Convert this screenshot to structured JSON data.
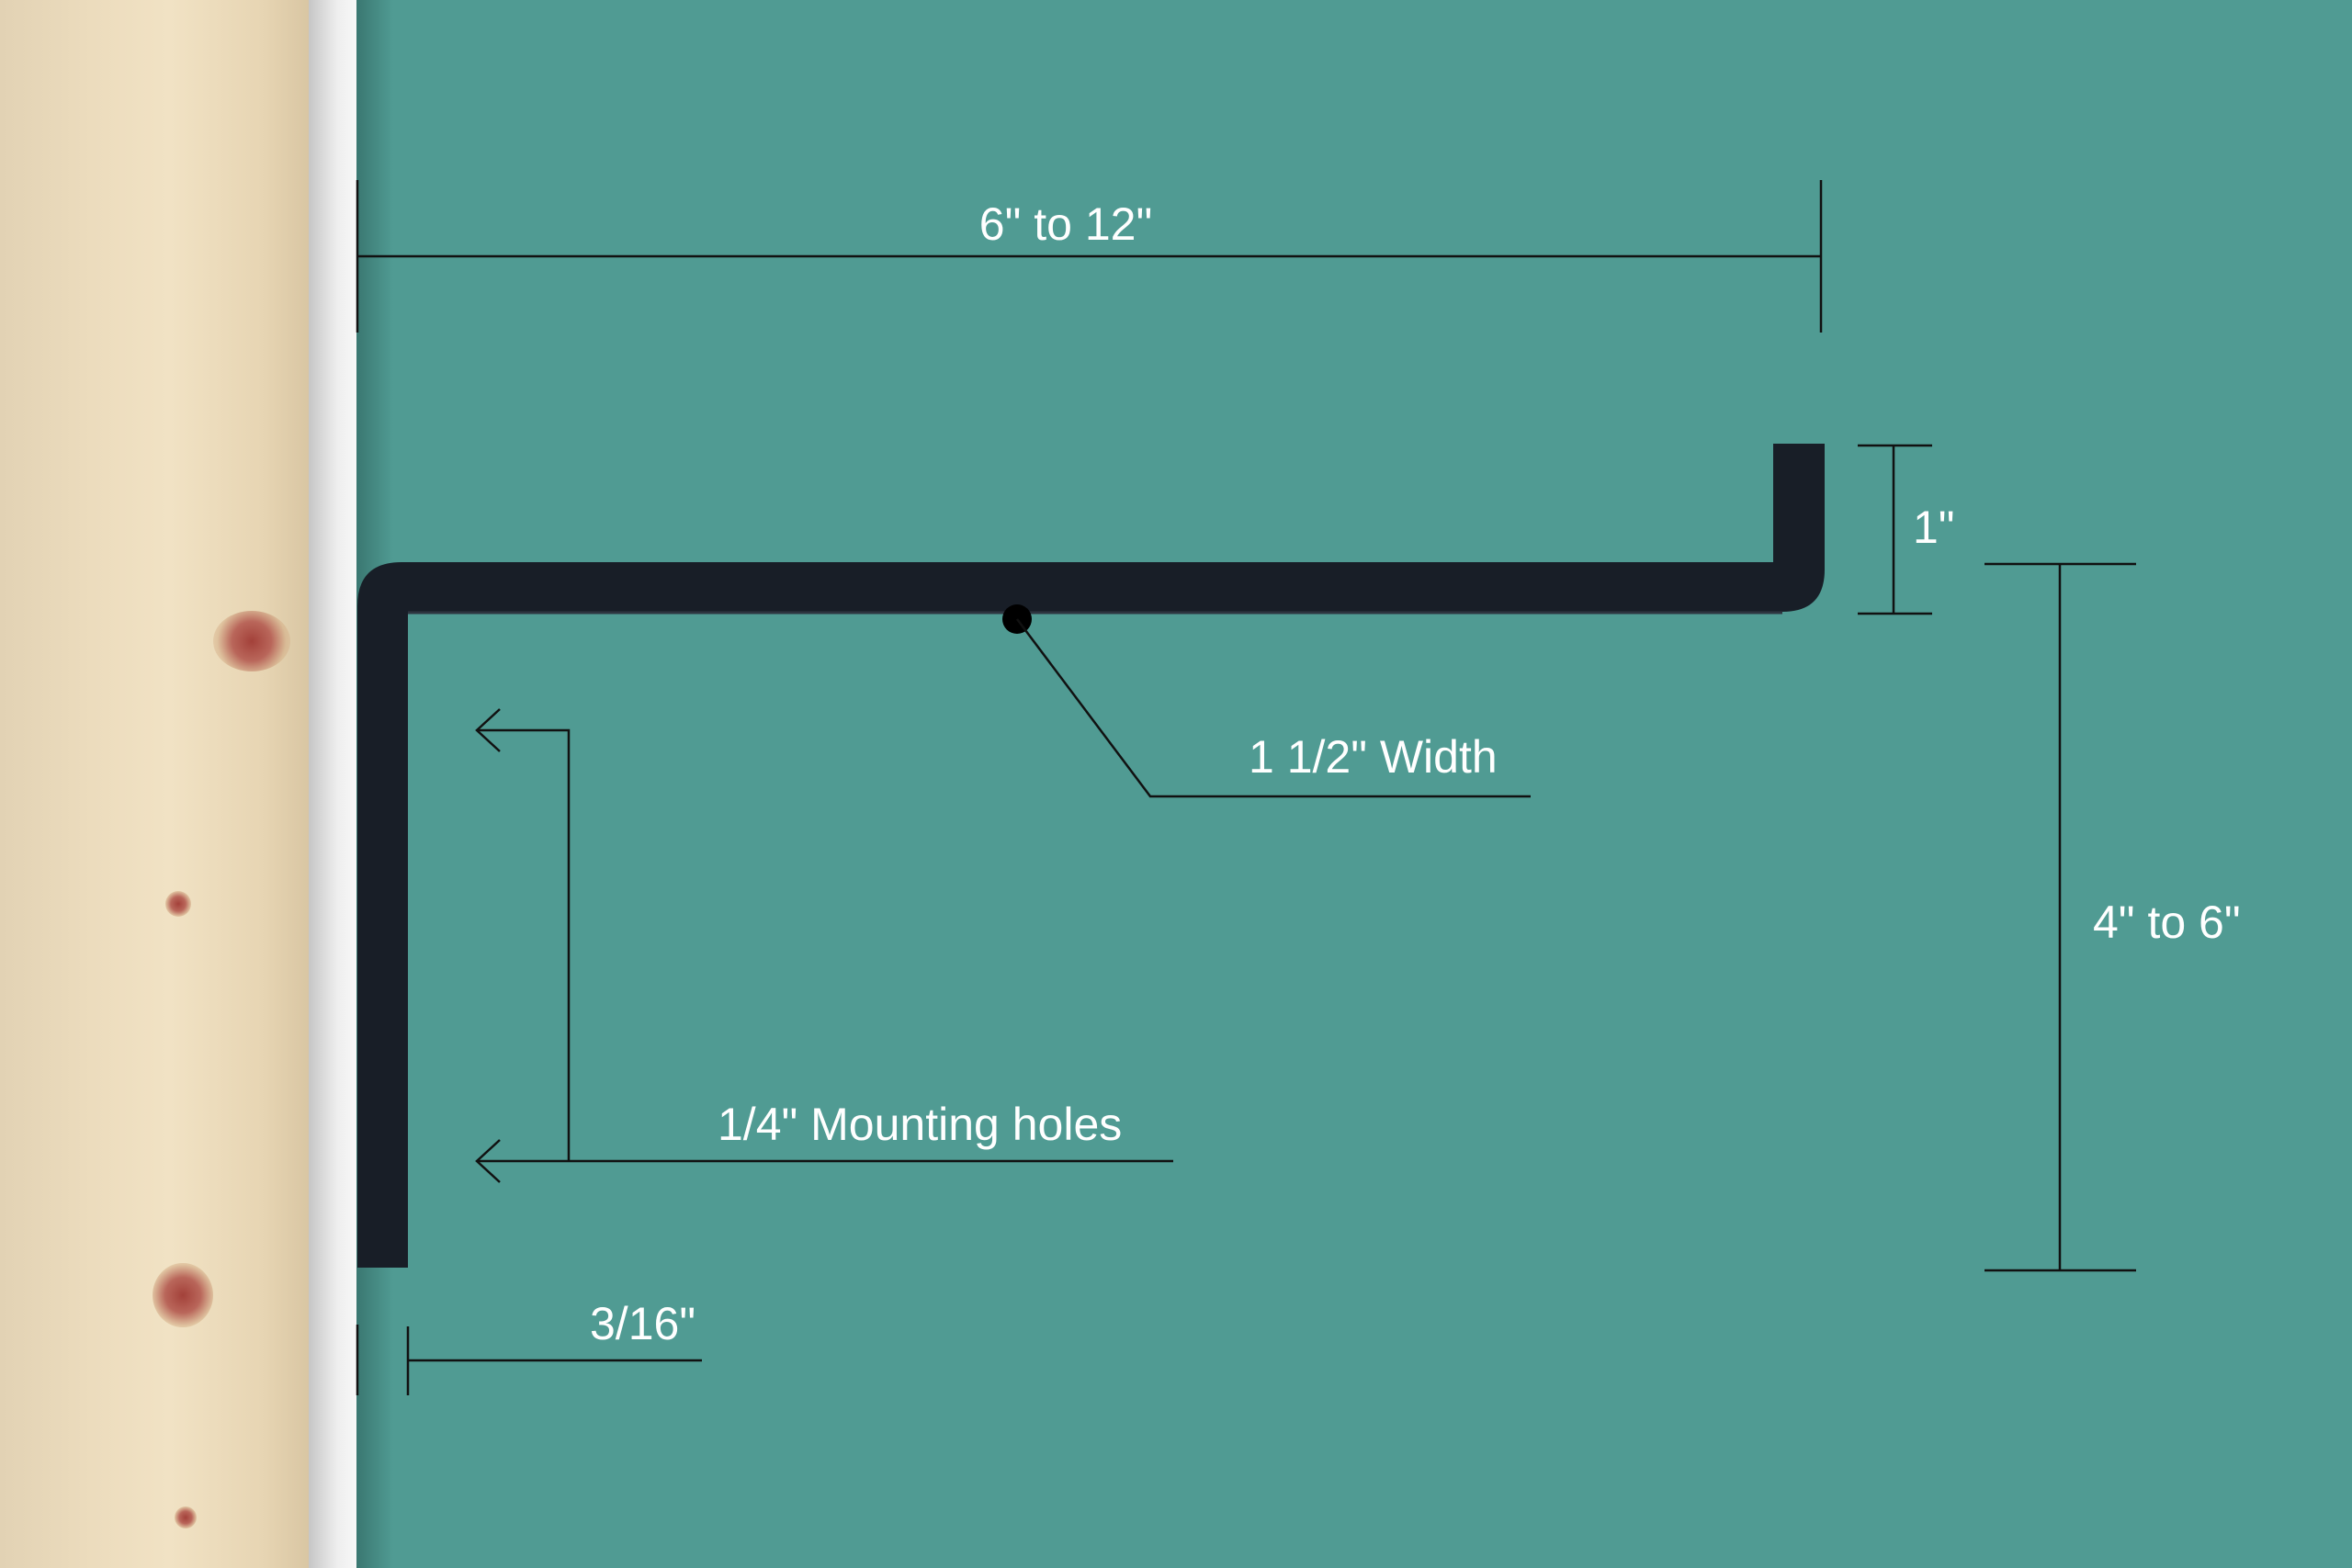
{
  "colors": {
    "background": "#509b93",
    "bracket": "#181e27",
    "text": "#ffffff",
    "line": "#111111"
  },
  "labels": {
    "length": "6\" to 12\"",
    "lip": "1\"",
    "width": "1 1/2\" Width",
    "drop": "4\" to 6\"",
    "holes": "1/4\" Mounting holes",
    "thickness": "3/16\""
  }
}
